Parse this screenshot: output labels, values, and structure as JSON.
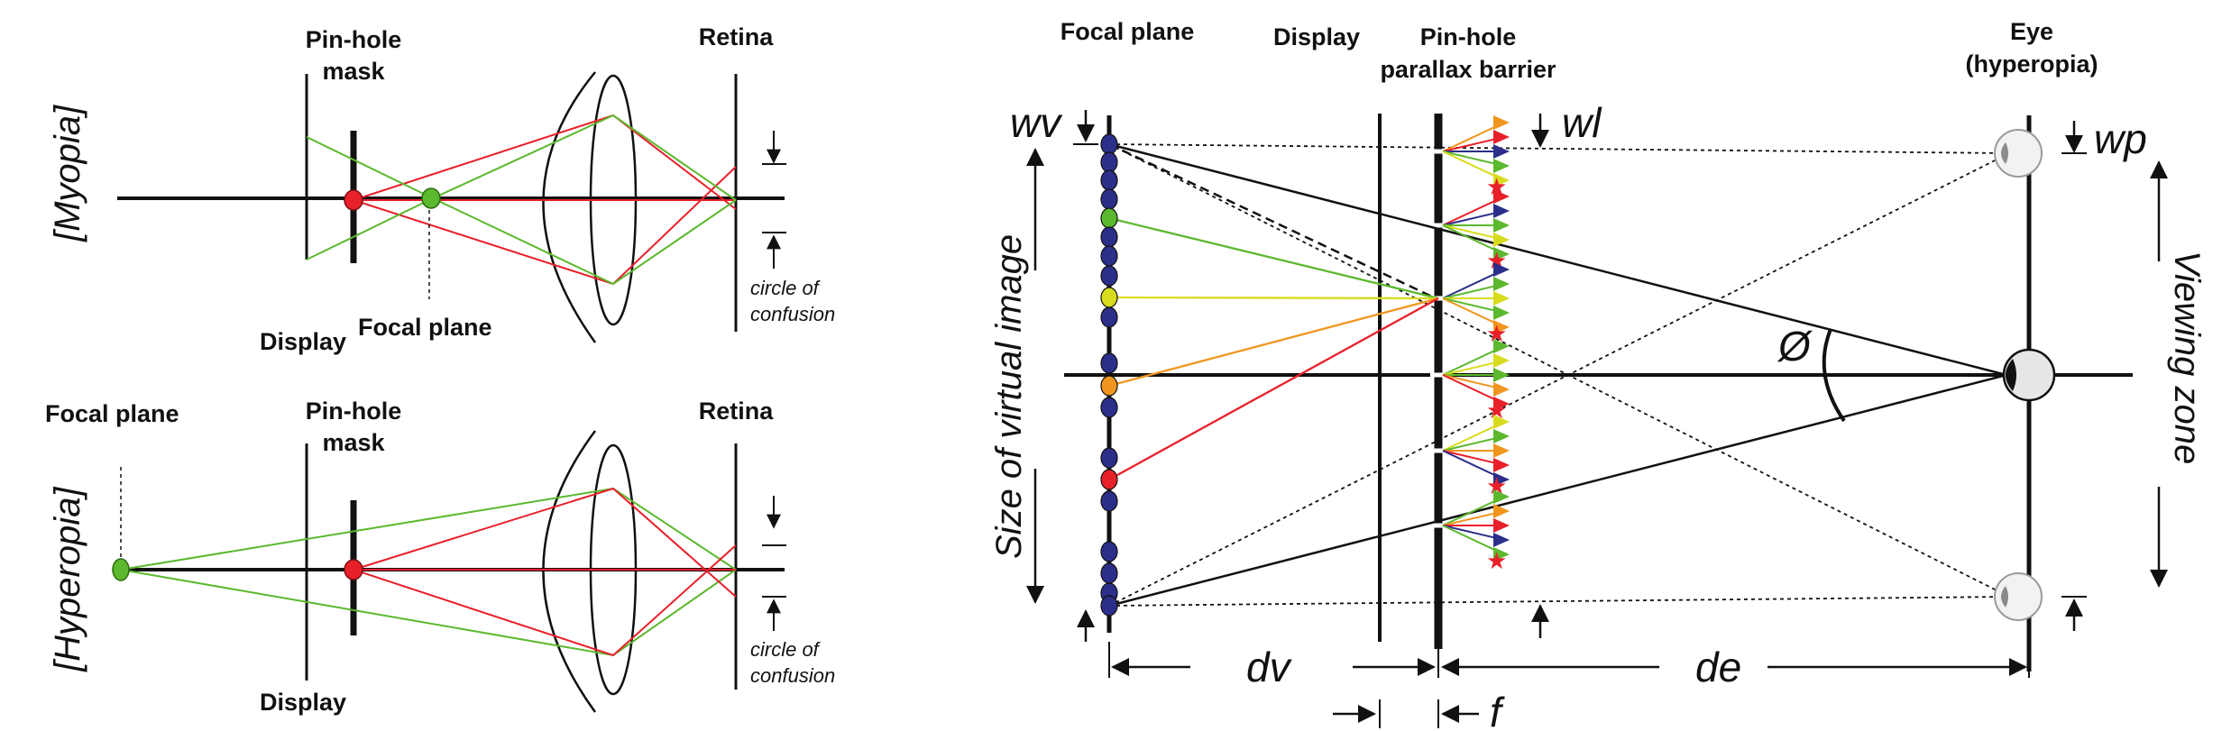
{
  "myopia": {
    "side_label": "[Myopia]",
    "mask_label_1": "Pin-hole",
    "mask_label_2": "mask",
    "retina": "Retina",
    "display": "Display",
    "focal_plane": "Focal plane",
    "coc_1": "circle of",
    "coc_2": "confusion"
  },
  "hyperopia": {
    "side_label": "[Hyperopia]",
    "focal_plane": "Focal plane",
    "mask_label_1": "Pin-hole",
    "mask_label_2": "mask",
    "retina": "Retina",
    "display": "Display",
    "coc_1": "circle of",
    "coc_2": "confusion"
  },
  "main": {
    "focal_plane": "Focal plane",
    "display": "Display",
    "barrier_1": "Pin-hole",
    "barrier_2": "parallax barrier",
    "eye_1": "Eye",
    "eye_2": "(hyperopia)",
    "wv": "wv",
    "wl": "wl",
    "wp": "wp",
    "virtual_image": "Size of virtual image",
    "viewing_zone": "Viewing zone",
    "angle": "Ø",
    "dv": "dv",
    "de": "de",
    "f": "f"
  },
  "colors": {
    "red": "#e8202a",
    "green": "#5cb82e",
    "orange": "#f0961e",
    "yellow": "#d8dc1e",
    "blue": "#2c2f8a",
    "black": "#111111"
  }
}
